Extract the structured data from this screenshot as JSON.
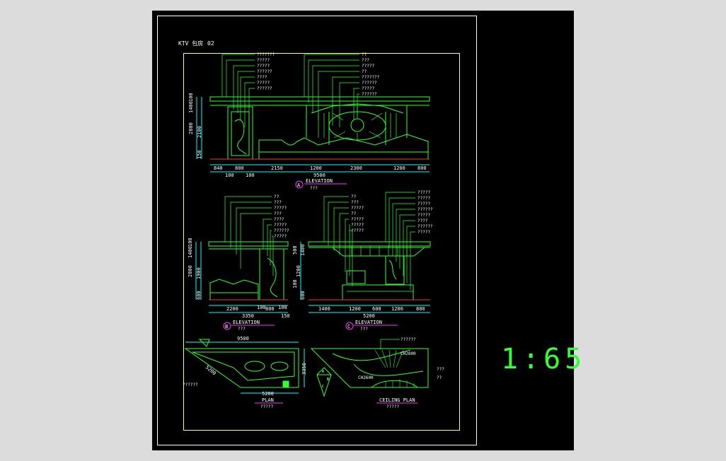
{
  "sheet": {
    "title": "KTV 包房",
    "sheet_no": "02",
    "scale_label": "1:65"
  },
  "colors": {
    "canvas_bg": "#dcdcdc",
    "model_bg": "#000000",
    "sheet_border": "#ffffff",
    "frame": "#ffff66",
    "line": "#33ff33",
    "dim": "#00ffff",
    "text": "#ffffff",
    "tag": "#ff33ff",
    "floor": "#ff3333"
  },
  "elevation_a": {
    "tag": "A",
    "label": "ELEVATION",
    "sub": "???",
    "height_dims": [
      "100",
      "1400",
      "2100",
      "2800",
      "150"
    ],
    "bottom_dims": [
      "840",
      "800",
      "2150",
      "1200",
      "2300",
      "1200",
      "800"
    ],
    "bottom_sub_dims": [
      "100",
      "100"
    ],
    "total": "9500",
    "callouts_left": [
      "???????",
      "?????",
      "?????",
      "??????",
      "????",
      "?????",
      "??????"
    ],
    "callouts_right": [
      "??",
      "???",
      "?????",
      "??",
      "???????",
      "??????",
      "?????",
      "??????"
    ]
  },
  "elevation_b": {
    "tag": "B",
    "label": "ELEVATION",
    "sub": "???",
    "height_dims": [
      "100",
      "1400",
      "1900",
      "2800",
      "600"
    ],
    "bottom_dims": [
      "2200",
      "100",
      "800",
      "100",
      "150"
    ],
    "total": "3350",
    "callouts": [
      "??",
      "???",
      "?????",
      "???",
      "????",
      "?????",
      "??????",
      "?????"
    ]
  },
  "elevation_c": {
    "tag": "C",
    "label": "ELEVATION",
    "sub": "???",
    "height_dims": [
      "500",
      "1400",
      "1200",
      "100",
      "600"
    ],
    "bottom_dims": [
      "1400",
      "1200",
      "600",
      "1200",
      "800"
    ],
    "total": "5200",
    "callouts_left": [
      "??",
      "???",
      "?????",
      "??",
      "?????",
      "?????",
      "?????"
    ],
    "callouts_right": [
      "?????",
      "?????",
      "?????",
      "??????",
      "?????",
      "????",
      "??????",
      "?????"
    ]
  },
  "plan": {
    "label": "PLAN",
    "sub": "?????",
    "top_dim": "9500",
    "side_dim": "3350",
    "diag_dim": "5200",
    "bottom_dim": "5200",
    "note": "??????",
    "markers": [
      "A",
      "B",
      "C"
    ]
  },
  "ceiling_plan": {
    "label": "CEILING PLAN",
    "sub": "?????",
    "callout_top": "??????",
    "ch1": "CH2800",
    "ch2": "CH2600",
    "note1": "???",
    "note2": "??"
  }
}
